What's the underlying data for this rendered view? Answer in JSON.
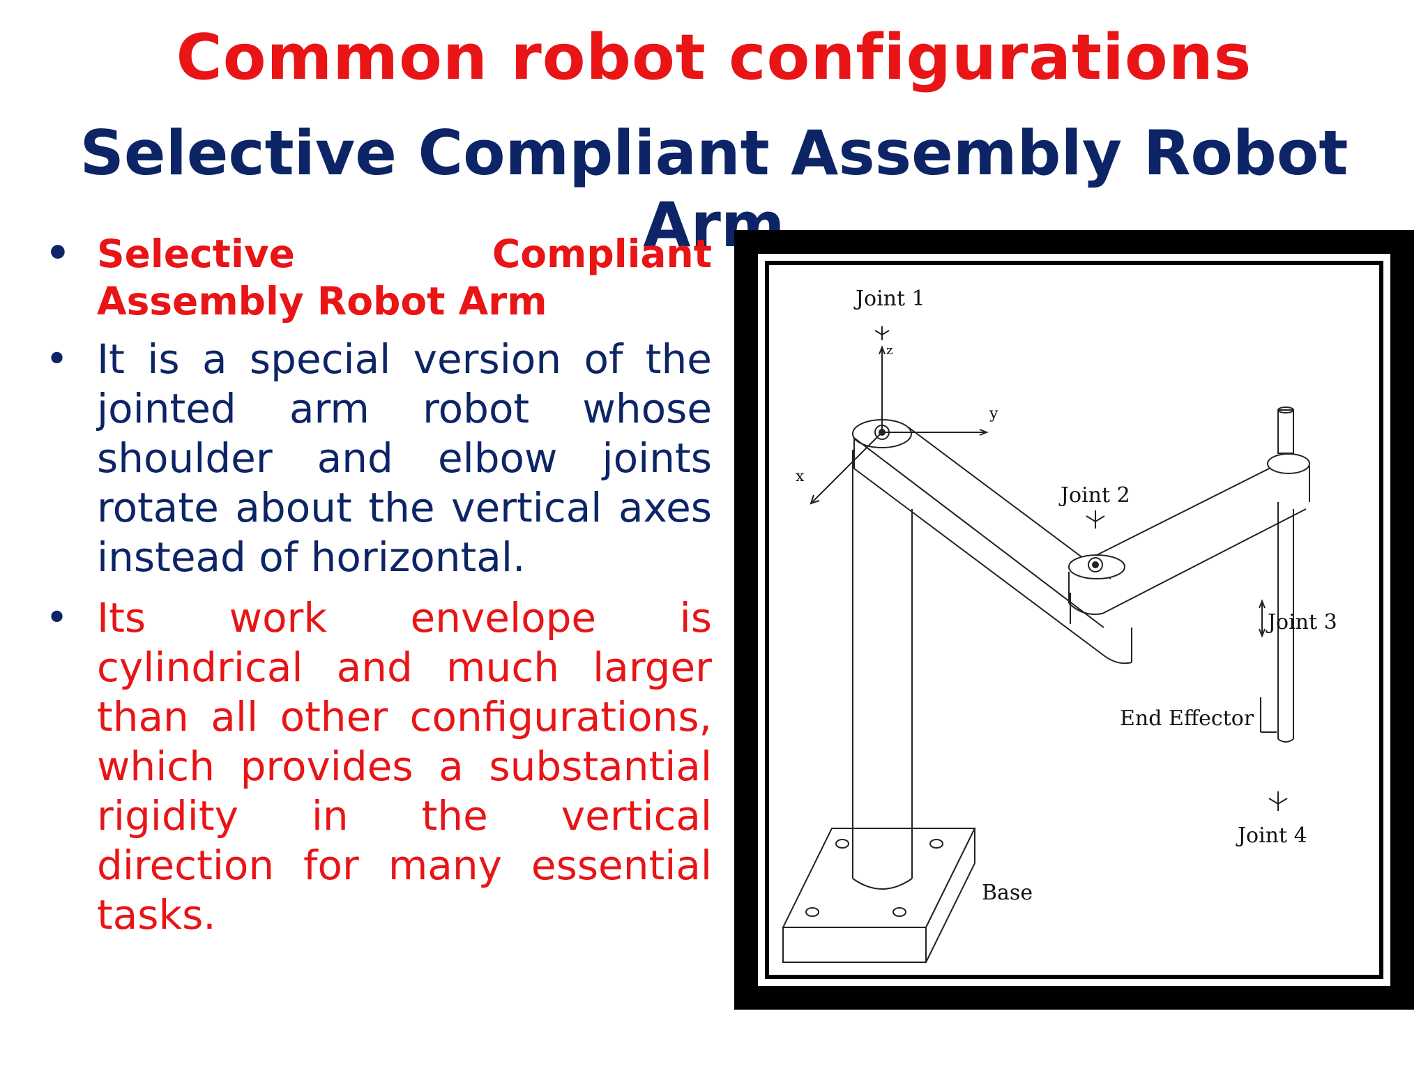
{
  "slide": {
    "title": "Common robot configurations",
    "subtitle": "Selective Compliant Assembly Robot Arm"
  },
  "bullets": [
    {
      "text": "Selective Compliant Assembly Robot Arm",
      "color": "#e81416",
      "bold": true
    },
    {
      "text": "It is a special version of the jointed arm robot whose shoulder and elbow joints rotate about the vertical axes instead of horizontal.",
      "color": "#0d2566",
      "bold": false
    },
    {
      "text": "Its work envelope is cylindrical and much larger than all other configurations, which provides a substantial rigidity in the vertical direction for many essential tasks.",
      "color": "#e81416",
      "bold": false
    }
  ],
  "diagram": {
    "labels": {
      "joint1": "Joint 1",
      "joint2": "Joint 2",
      "joint3": "Joint 3",
      "joint4": "Joint 4",
      "end_effector": "End Effector",
      "base": "Base",
      "axis_z": "z",
      "axis_y": "y",
      "axis_x": "x"
    }
  },
  "colors": {
    "title": "#e81416",
    "subtitle": "#0d2566",
    "frame": "#000000"
  }
}
